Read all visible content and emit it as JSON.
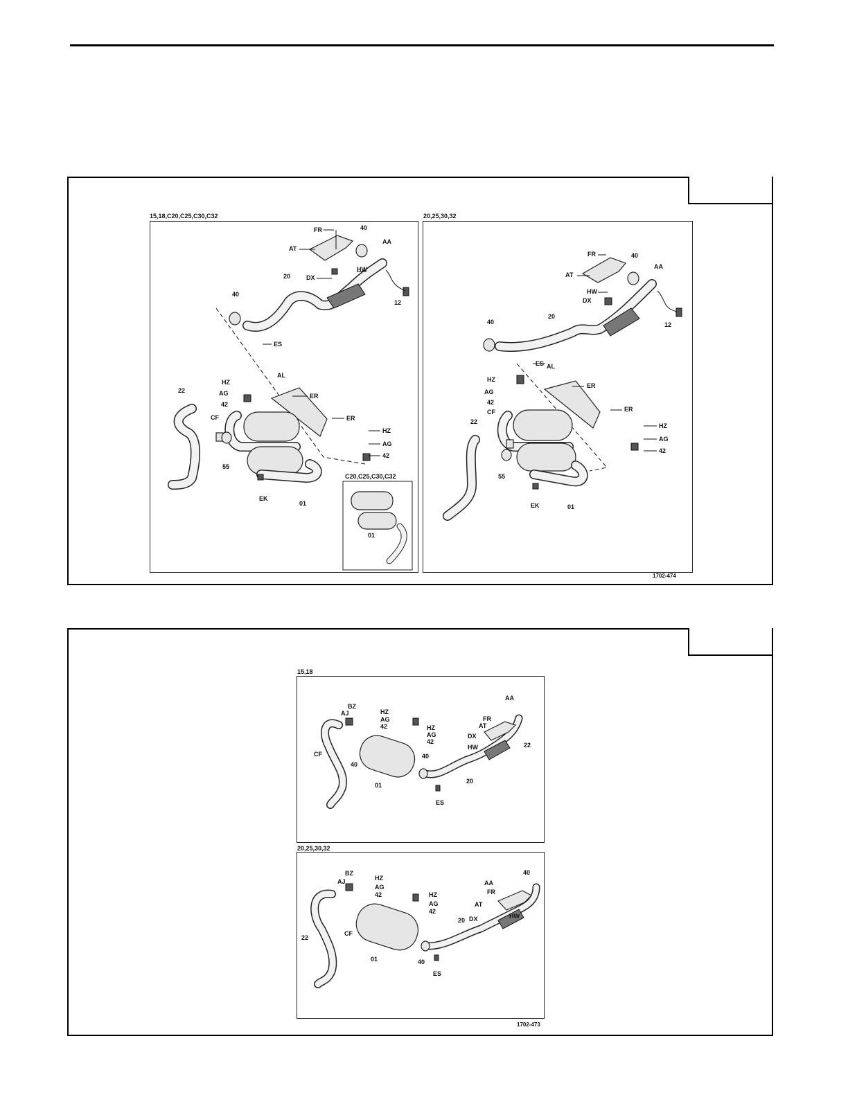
{
  "figure_top": {
    "panel_left_label": "15,18,C20,C25,C30,C32",
    "panel_right_label": "20,25,30,32",
    "inset_label": "C20,C25,C30,C32",
    "figure_code": "1702-474",
    "callouts_left": [
      "FR",
      "40",
      "AT",
      "AA",
      "DX",
      "HW",
      "20",
      "40",
      "12",
      "ES",
      "AL",
      "HZ",
      "ER",
      "AG",
      "42",
      "22",
      "ER",
      "CF",
      "HZ",
      "AG",
      "42",
      "55",
      "EK",
      "01",
      "01"
    ],
    "callouts_right": [
      "FR",
      "40",
      "AT",
      "AA",
      "HW",
      "DX",
      "40",
      "20",
      "12",
      "ES",
      "AL",
      "HZ",
      "ER",
      "AG",
      "42",
      "22",
      "CF",
      "ER",
      "HZ",
      "AG",
      "42",
      "55",
      "EK",
      "01"
    ]
  },
  "figure_bottom": {
    "panel_top_label": "15,18",
    "panel_bottom_label": "20,25,30,32",
    "figure_code": "1702-473",
    "callouts_top": [
      "BZ",
      "HZ",
      "AJ",
      "AG",
      "42",
      "HZ",
      "AG",
      "42",
      "40",
      "AA",
      "FR",
      "AT",
      "DX",
      "HW",
      "22",
      "CF",
      "40",
      "01",
      "20",
      "ES"
    ],
    "callouts_bottom": [
      "BZ",
      "HZ",
      "AJ",
      "AG",
      "42",
      "HZ",
      "AG",
      "42",
      "AA",
      "FR",
      "40",
      "AT",
      "20",
      "DX",
      "HW",
      "22",
      "CF",
      "01",
      "40",
      "ES"
    ]
  }
}
